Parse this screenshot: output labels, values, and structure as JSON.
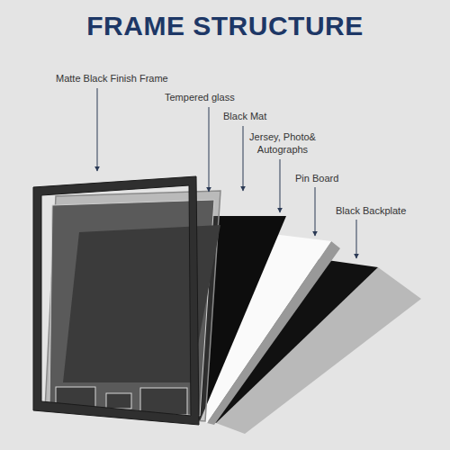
{
  "diagram": {
    "title": "FRAME STRUCTURE",
    "labels": [
      "Matte Black Finish Frame",
      "Tempered glass",
      "Black Mat",
      "Jersey, Photo& Autographs",
      "Pin Board",
      "Black Backplate"
    ]
  }
}
